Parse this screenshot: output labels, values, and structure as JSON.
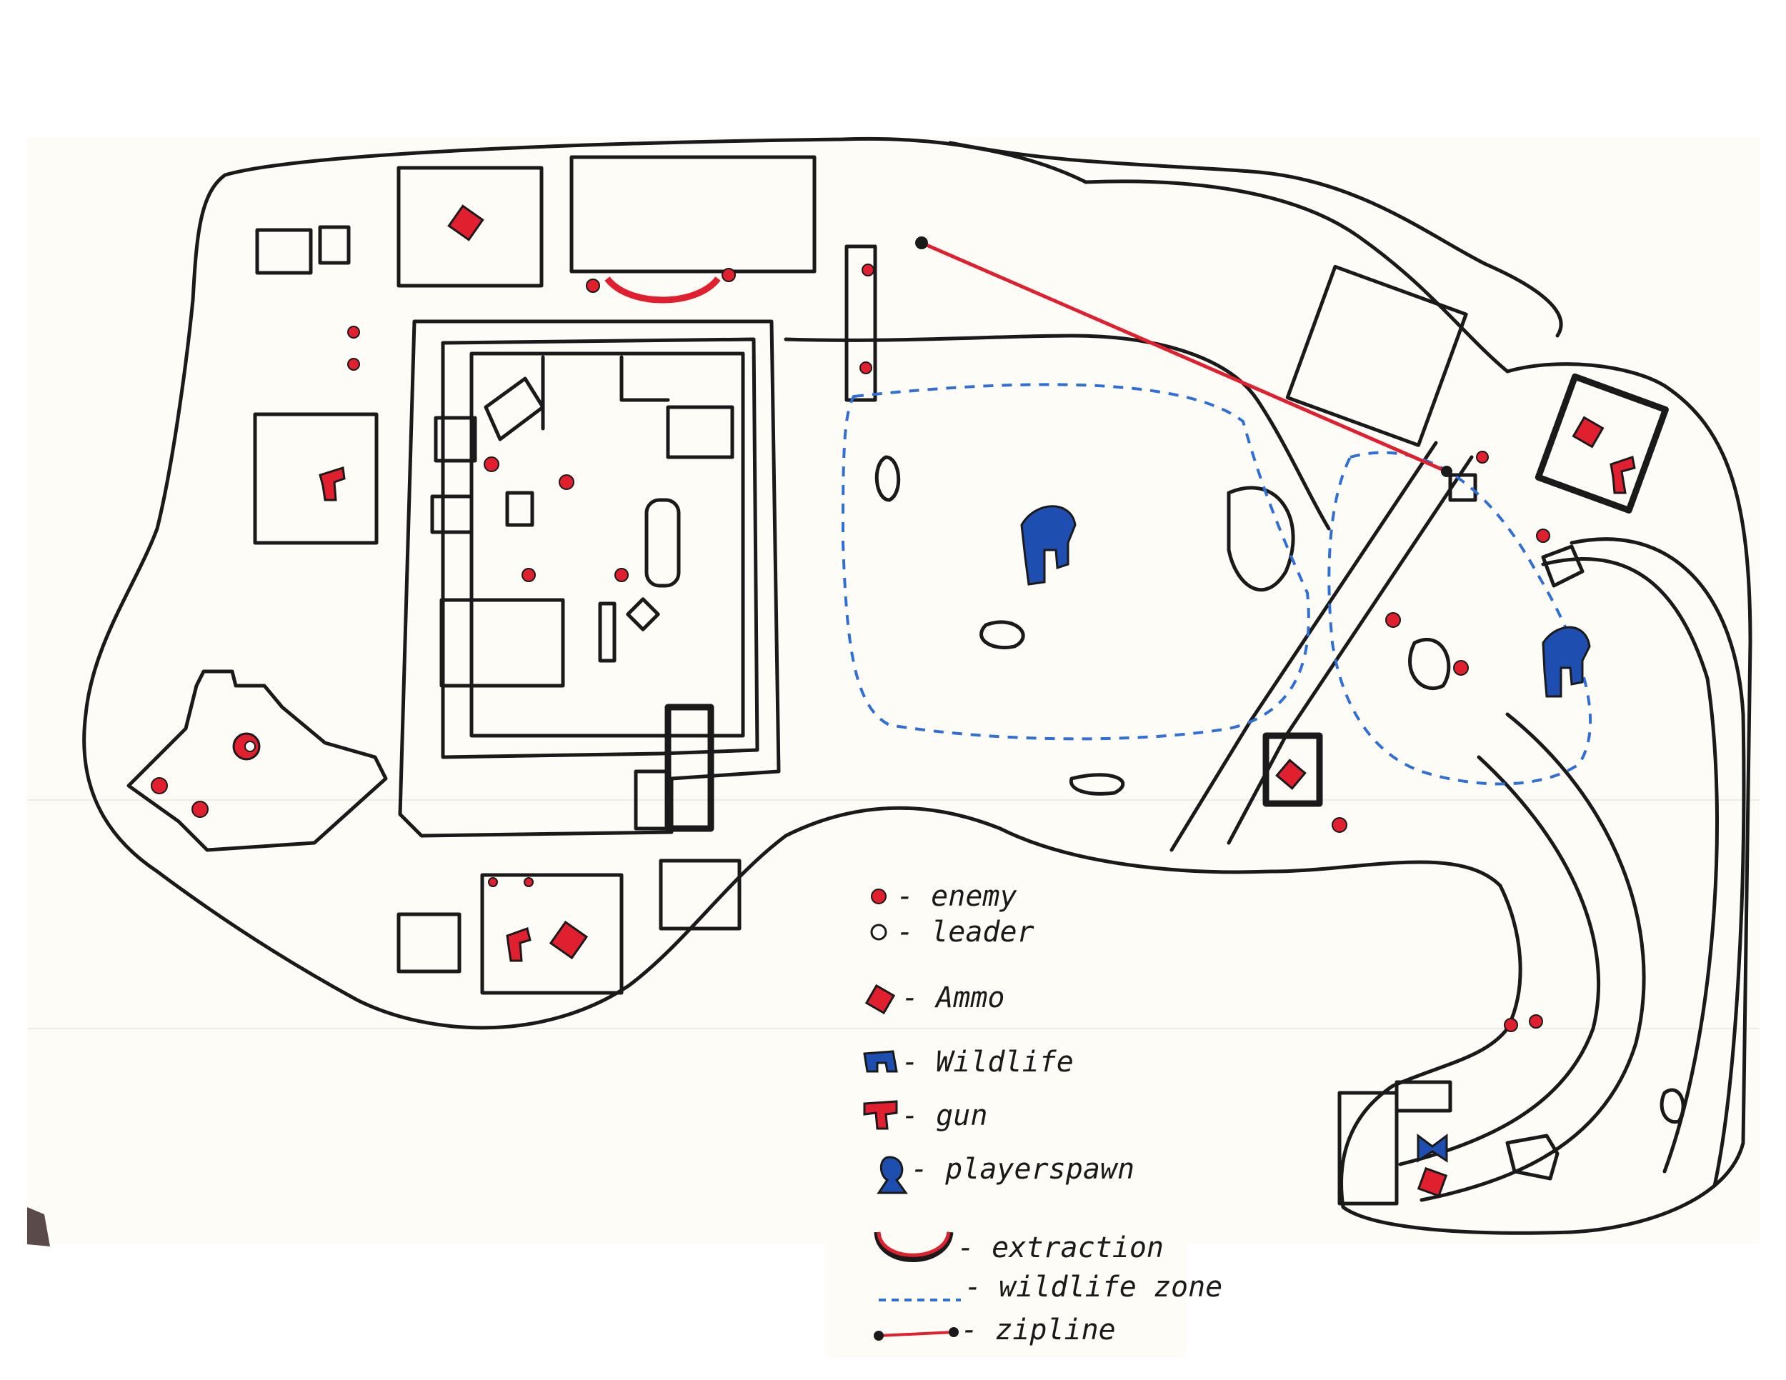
{
  "map": {
    "paper_color": "#fdfcf7",
    "line_color": "#1a1a1a",
    "colors": {
      "enemy": "#e0202e",
      "ammo": "#e0202e",
      "gun": "#e0202e",
      "extraction": "#e0202e",
      "zipline": "#e0202e",
      "wildlife": "#1e4fb0",
      "player_spawn": "#1e4fb0",
      "wildlife_zone": "#2f6fd6"
    }
  },
  "legend": {
    "items": [
      {
        "key": "enemy",
        "icon": "enemy-icon",
        "label": "- enemy"
      },
      {
        "key": "leader",
        "icon": "leader-icon",
        "label": "- leader"
      },
      {
        "key": "ammo",
        "icon": "ammo-icon",
        "label": "- Ammo"
      },
      {
        "key": "wildlife",
        "icon": "wildlife-icon",
        "label": "- Wildlife"
      },
      {
        "key": "gun",
        "icon": "gun-icon",
        "label": "- gun"
      },
      {
        "key": "player_spawn",
        "icon": "player-spawn-icon",
        "label": "- playerspawn"
      },
      {
        "key": "extraction",
        "icon": "extraction-icon",
        "label": "- extraction"
      },
      {
        "key": "wildlife_zone",
        "icon": "wildlife-zone-icon",
        "label": "- wildlife zone"
      },
      {
        "key": "zipline",
        "icon": "zipline-icon",
        "label": "- zipline"
      }
    ]
  }
}
